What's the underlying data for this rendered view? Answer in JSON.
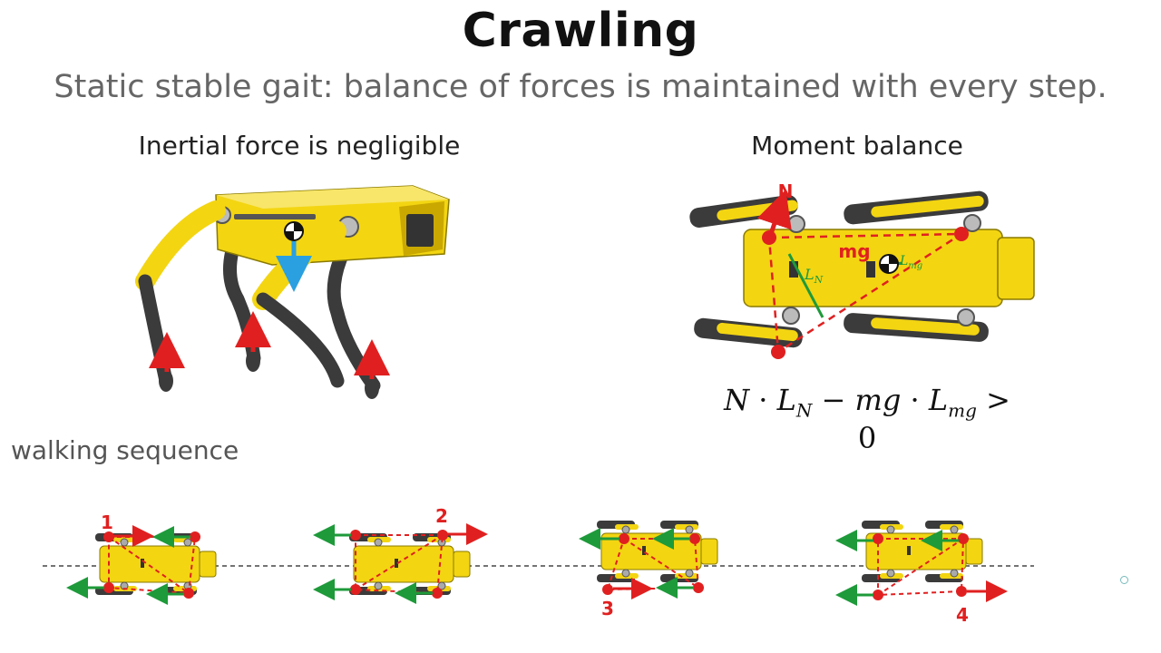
{
  "slide": {
    "title": "Crawling",
    "subtitle": "Static stable gait: balance of forces is maintained with every step.",
    "left_heading": "Inertial force is negligible",
    "right_heading": "Moment balance",
    "walk_label": "walking sequence"
  },
  "moment_diagram": {
    "normal_force_label": "N",
    "weight_label": "mg",
    "lever_n_label": "L",
    "lever_n_sub": "N",
    "lever_mg_label": "L",
    "lever_mg_sub": "mg"
  },
  "equation": {
    "n": "N",
    "dot1": "·",
    "l1": "L",
    "l1_sub": "N",
    "minus": "−",
    "mg": "mg",
    "dot2": "·",
    "l2": "L",
    "l2_sub": "mg",
    "gt": ">",
    "zero": "0"
  },
  "sequence": {
    "step_labels": [
      "1",
      "2",
      "3",
      "4"
    ]
  },
  "colors": {
    "robot_yellow": "#f3d512",
    "leg_dark": "#3b3b3b",
    "force_red": "#e02020",
    "gravity_blue": "#2aa0e0",
    "lever_green": "#1e9a3a"
  }
}
